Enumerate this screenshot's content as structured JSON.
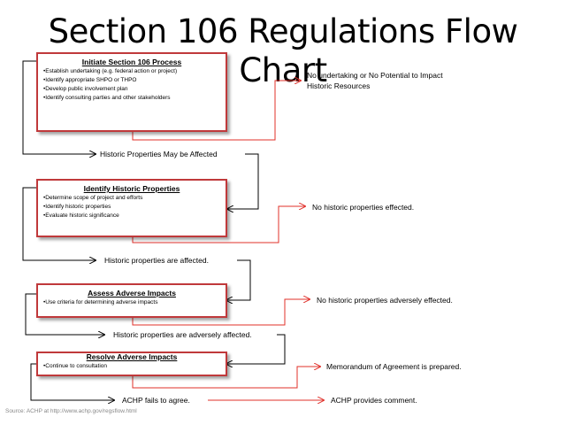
{
  "title": "Section 106 Regulations Flow Chart",
  "steps": [
    {
      "heading": "Initiate Section 106 Process",
      "items": [
        "Establish undertaking (e.g. federal action or project)",
        "Identify appropriate SHPO or THPO",
        "Develop public involvement plan",
        "Identify consulting parties and other stakeholders"
      ]
    },
    {
      "heading": "Identify Historic Properties",
      "items": [
        "Determine scope of project and efforts",
        "Identify historic properties",
        "Evaluate historic significance"
      ]
    },
    {
      "heading": "Assess Adverse Impacts",
      "items": [
        "Use criteria for determining adverse impacts"
      ]
    },
    {
      "heading": "Resolve Adverse Impacts",
      "items": [
        "Continue to consultation"
      ]
    }
  ],
  "outcomes": {
    "no_undertaking_line1": "No undertaking or No Potential to Impact",
    "no_undertaking_line2": "Historic Resources",
    "no_properties": "No historic properties effected.",
    "no_adverse": "No historic properties adversely effected.",
    "moa": "Memorandum of Agreement is prepared.",
    "achp_comment": "ACHP provides comment."
  },
  "transitions": {
    "may_be_affected": "Historic Properties May be Affected",
    "are_affected": "Historic properties are  affected.",
    "adversely_affected": "Historic properties are adversely affected.",
    "achp_fails": "ACHP fails to agree."
  },
  "source": "Source:  ACHP at http://www.achp.gov/regsflow.html",
  "colors": {
    "box_border": "#c0393b",
    "red_connector": "#e0302a",
    "black_connector": "#000000"
  }
}
